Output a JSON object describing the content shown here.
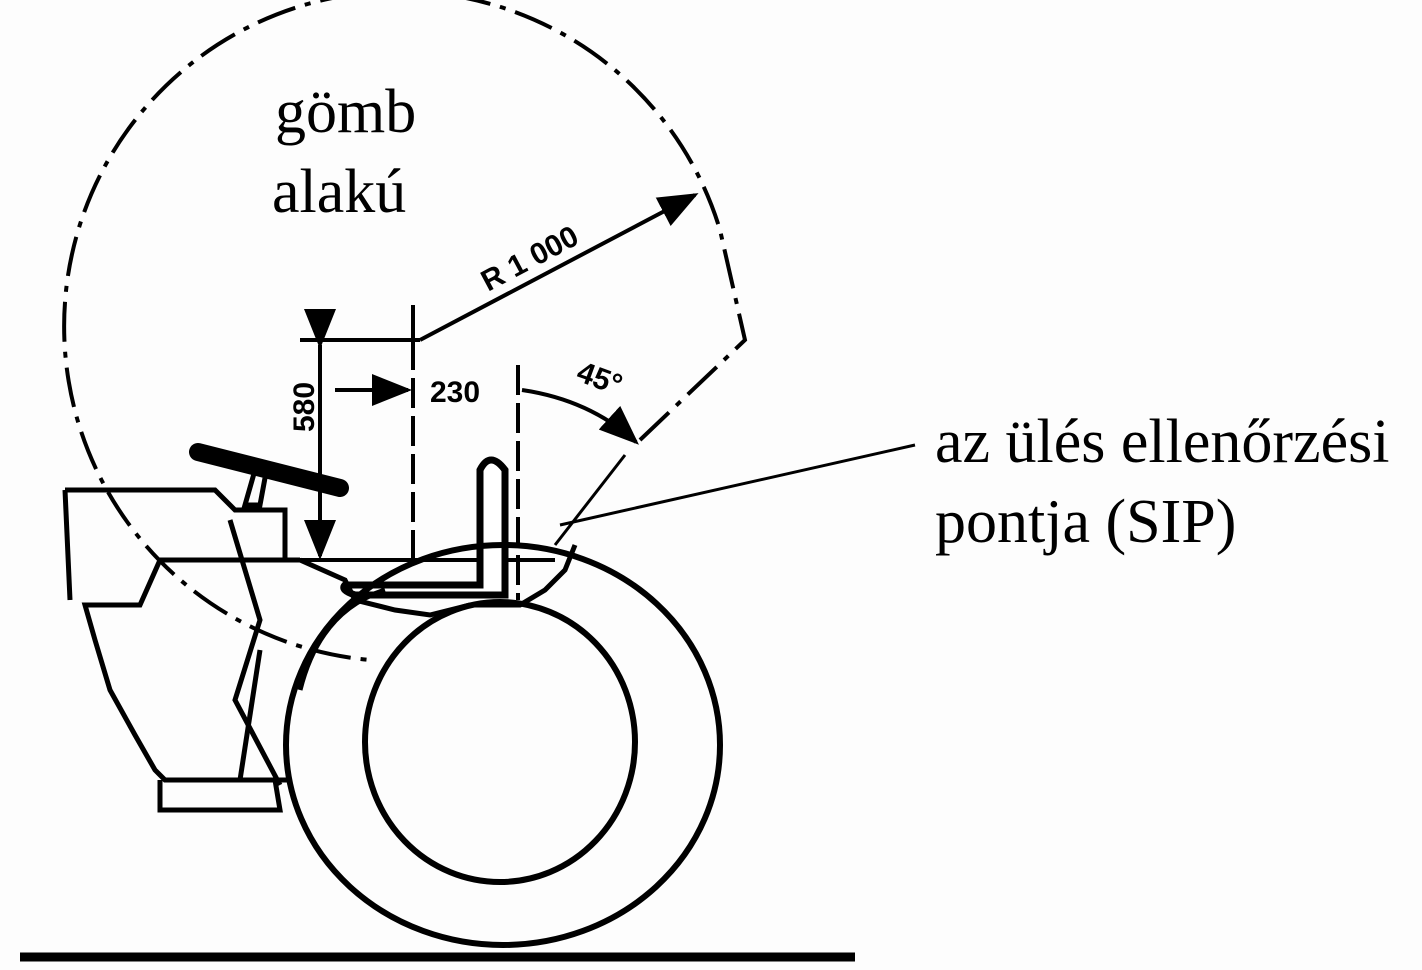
{
  "labels": {
    "sphere_line1": "gömb",
    "sphere_line2": "alakú",
    "sip_line1": "az ülés ellenőrzési",
    "sip_line2": "pontja (SIP)"
  },
  "dimensions": {
    "radius": "R 1 000",
    "height": "580",
    "offset": "230",
    "angle": "45°"
  },
  "colors": {
    "ink": "#000000",
    "background": "#fdfdfd"
  }
}
